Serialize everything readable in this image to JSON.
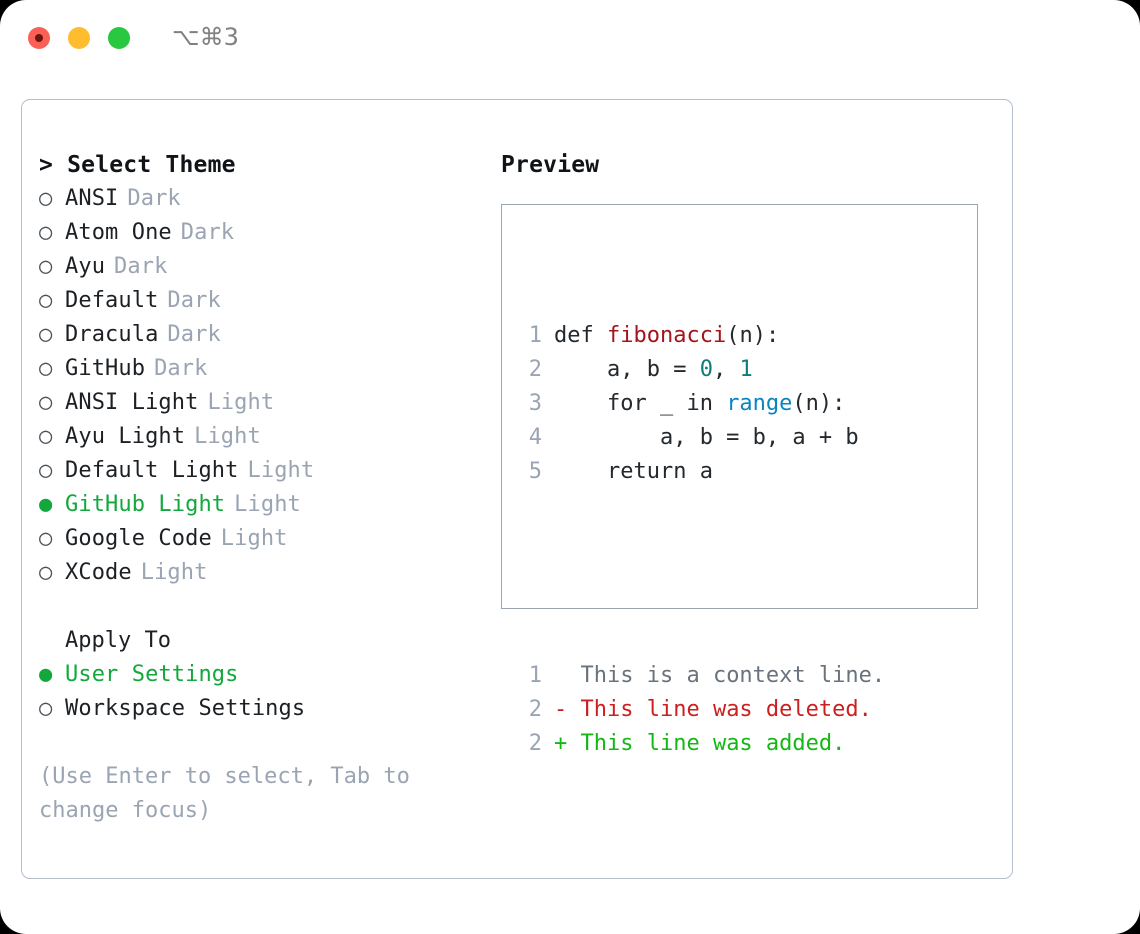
{
  "titlebar": {
    "shortcut": "⌥⌘3",
    "lights": [
      "close-red",
      "minimize-yellow",
      "maximize-green"
    ]
  },
  "theme_list": {
    "header": "> Select Theme",
    "items": [
      {
        "marker": "○",
        "name": "ANSI",
        "variant": "Dark",
        "selected": false
      },
      {
        "marker": "○",
        "name": "Atom One",
        "variant": "Dark",
        "selected": false
      },
      {
        "marker": "○",
        "name": "Ayu",
        "variant": "Dark",
        "selected": false
      },
      {
        "marker": "○",
        "name": "Default",
        "variant": "Dark",
        "selected": false
      },
      {
        "marker": "○",
        "name": "Dracula",
        "variant": "Dark",
        "selected": false
      },
      {
        "marker": "○",
        "name": "GitHub",
        "variant": "Dark",
        "selected": false
      },
      {
        "marker": "○",
        "name": "ANSI Light",
        "variant": "Light",
        "selected": false
      },
      {
        "marker": "○",
        "name": "Ayu Light",
        "variant": "Light",
        "selected": false
      },
      {
        "marker": "○",
        "name": "Default Light",
        "variant": "Light",
        "selected": false
      },
      {
        "marker": "●",
        "name": "GitHub Light",
        "variant": "Light",
        "selected": true
      },
      {
        "marker": "○",
        "name": "Google Code",
        "variant": "Light",
        "selected": false
      },
      {
        "marker": "○",
        "name": "XCode",
        "variant": "Light",
        "selected": false
      }
    ]
  },
  "apply_to": {
    "label": "Apply To",
    "options": [
      {
        "marker": "●",
        "name": "User Settings",
        "selected": true
      },
      {
        "marker": "○",
        "name": "Workspace Settings",
        "selected": false
      }
    ]
  },
  "hint": "(Use Enter to select, Tab to change focus)",
  "preview": {
    "header": "Preview",
    "code_lines": [
      {
        "num": "1",
        "segments": [
          {
            "text": "def ",
            "kind": "plain"
          },
          {
            "text": "fibonacci",
            "kind": "fn"
          },
          {
            "text": "(n):",
            "kind": "plain"
          }
        ]
      },
      {
        "num": "2",
        "segments": [
          {
            "text": "    a, b = ",
            "kind": "plain"
          },
          {
            "text": "0",
            "kind": "num"
          },
          {
            "text": ", ",
            "kind": "plain"
          },
          {
            "text": "1",
            "kind": "num"
          }
        ]
      },
      {
        "num": "3",
        "segments": [
          {
            "text": "    for _ in ",
            "kind": "plain"
          },
          {
            "text": "range",
            "kind": "call"
          },
          {
            "text": "(n):",
            "kind": "plain"
          }
        ]
      },
      {
        "num": "4",
        "segments": [
          {
            "text": "        a, b = b, a + b",
            "kind": "plain"
          }
        ]
      },
      {
        "num": "5",
        "segments": [
          {
            "text": "    return a",
            "kind": "plain"
          }
        ]
      }
    ],
    "diff_lines": [
      {
        "num": "1",
        "sign": " ",
        "text": " This is a context line.",
        "kind": "ctx"
      },
      {
        "num": "2",
        "sign": "-",
        "text": " This line was deleted.",
        "kind": "del"
      },
      {
        "num": "2",
        "sign": "+",
        "text": " This line was added.",
        "kind": "add"
      }
    ]
  },
  "colors": {
    "selected_green": "#12a83c",
    "muted_gray": "#9aa4b2",
    "text": "#1c2024",
    "fn_red": "#a3151b",
    "num_teal": "#0f7b7b",
    "call_blue": "#0b84c4",
    "diff_add": "#14b814",
    "diff_del": "#cc1f1f",
    "border": "#b6bfcc"
  }
}
